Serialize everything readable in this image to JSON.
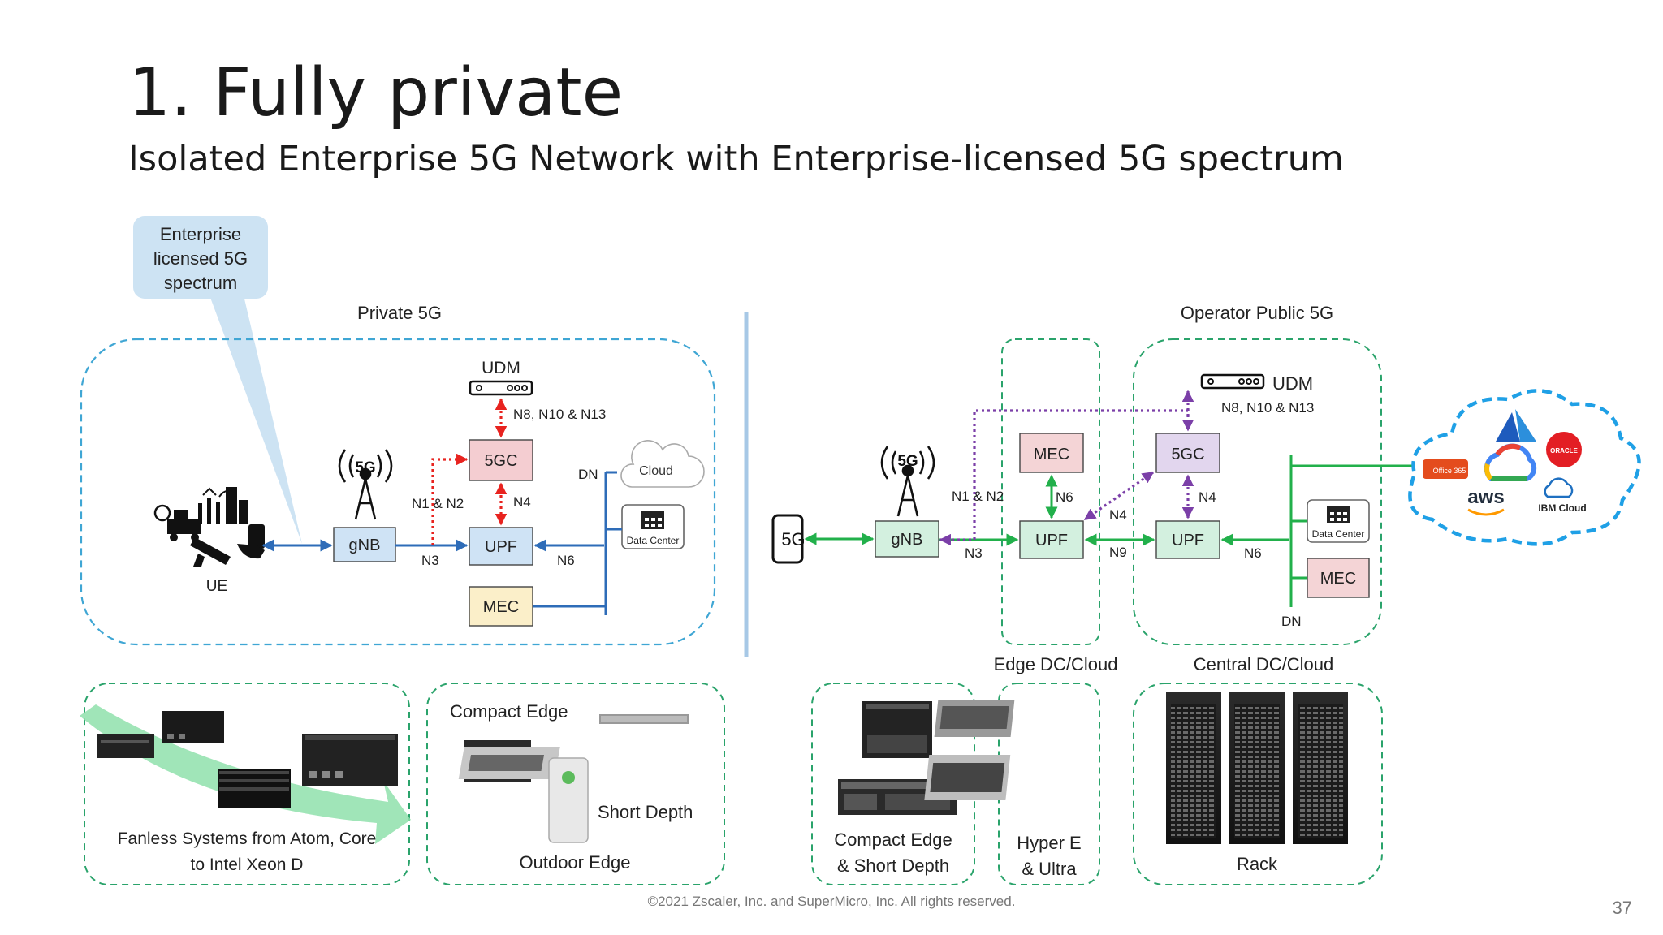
{
  "slide": {
    "title": "1. Fully private",
    "subtitle": "Isolated Enterprise 5G Network with Enterprise-licensed 5G spectrum",
    "footer": "©2021 Zscaler, Inc. and SuperMicro, Inc. All rights reserved.",
    "page_number": "37"
  },
  "callout": {
    "lines": [
      "Enterprise",
      "licensed 5G",
      "spectrum"
    ]
  },
  "private": {
    "label": "Private 5G",
    "ue": "UE",
    "gnb": "gNB",
    "fiveg_icon": "5G",
    "udm": "UDM",
    "fivegc": "5GC",
    "upf": "UPF",
    "mec": "MEC",
    "cloud": "Cloud",
    "datacenter": "Data Center",
    "dn": "DN",
    "n_udm": "N8, N10 & N13",
    "n1n2": "N1 & N2",
    "n4": "N4",
    "n3": "N3",
    "n6": "N6"
  },
  "operator": {
    "label": "Operator Public 5G",
    "phone_5g": "5G",
    "gnb": "gNB",
    "fiveg_icon": "5G",
    "mec": "MEC",
    "upf_edge": "UPF",
    "upf_central": "UPF",
    "fivegc": "5GC",
    "udm": "UDM",
    "n_udm": "N8, N10 & N13",
    "datacenter": "Data Center",
    "mec_dc": "MEC",
    "dn": "DN",
    "n1n2": "N1 & N2",
    "n3": "N3",
    "n6_edge": "N6",
    "n4_edge": "N4",
    "n9": "N9",
    "n4_central": "N4",
    "n6_central": "N6",
    "edge_label": "Edge DC/Cloud",
    "central_label": "Central DC/Cloud",
    "clouds": [
      "Office 365",
      "aws",
      "IBM Cloud",
      "ORACLE"
    ]
  },
  "hardware": {
    "fanless": [
      "Fanless Systems from Atom, Core",
      "to Intel Xeon D"
    ],
    "compact_edge_title": "Compact Edge",
    "short_depth": "Short Depth",
    "outdoor_edge": "Outdoor Edge",
    "compact_short": [
      "Compact Edge",
      "& Short Depth"
    ],
    "hyper": [
      "Hyper E",
      "& Ultra"
    ],
    "rack": "Rack"
  },
  "colors": {
    "private_border": "#3fa6d4",
    "operator_border": "#2aa36b",
    "blue_link": "#2e6cb8",
    "green_link": "#22b04b",
    "red_link": "#e8231f",
    "purple_link": "#7b3fa8",
    "gnb_fill": "#cfe3f5",
    "fivegc_fill": "#f4cdd1",
    "upf_fill": "#cfe3f5",
    "mec_fill": "#fbefc9",
    "op_mec_fill": "#f4d4d6",
    "op_upf_fill": "#d3f0df",
    "op_5gc_fill": "#e2d6ee",
    "callout_fill": "#cde3f3",
    "divider": "#a7c8e6"
  }
}
